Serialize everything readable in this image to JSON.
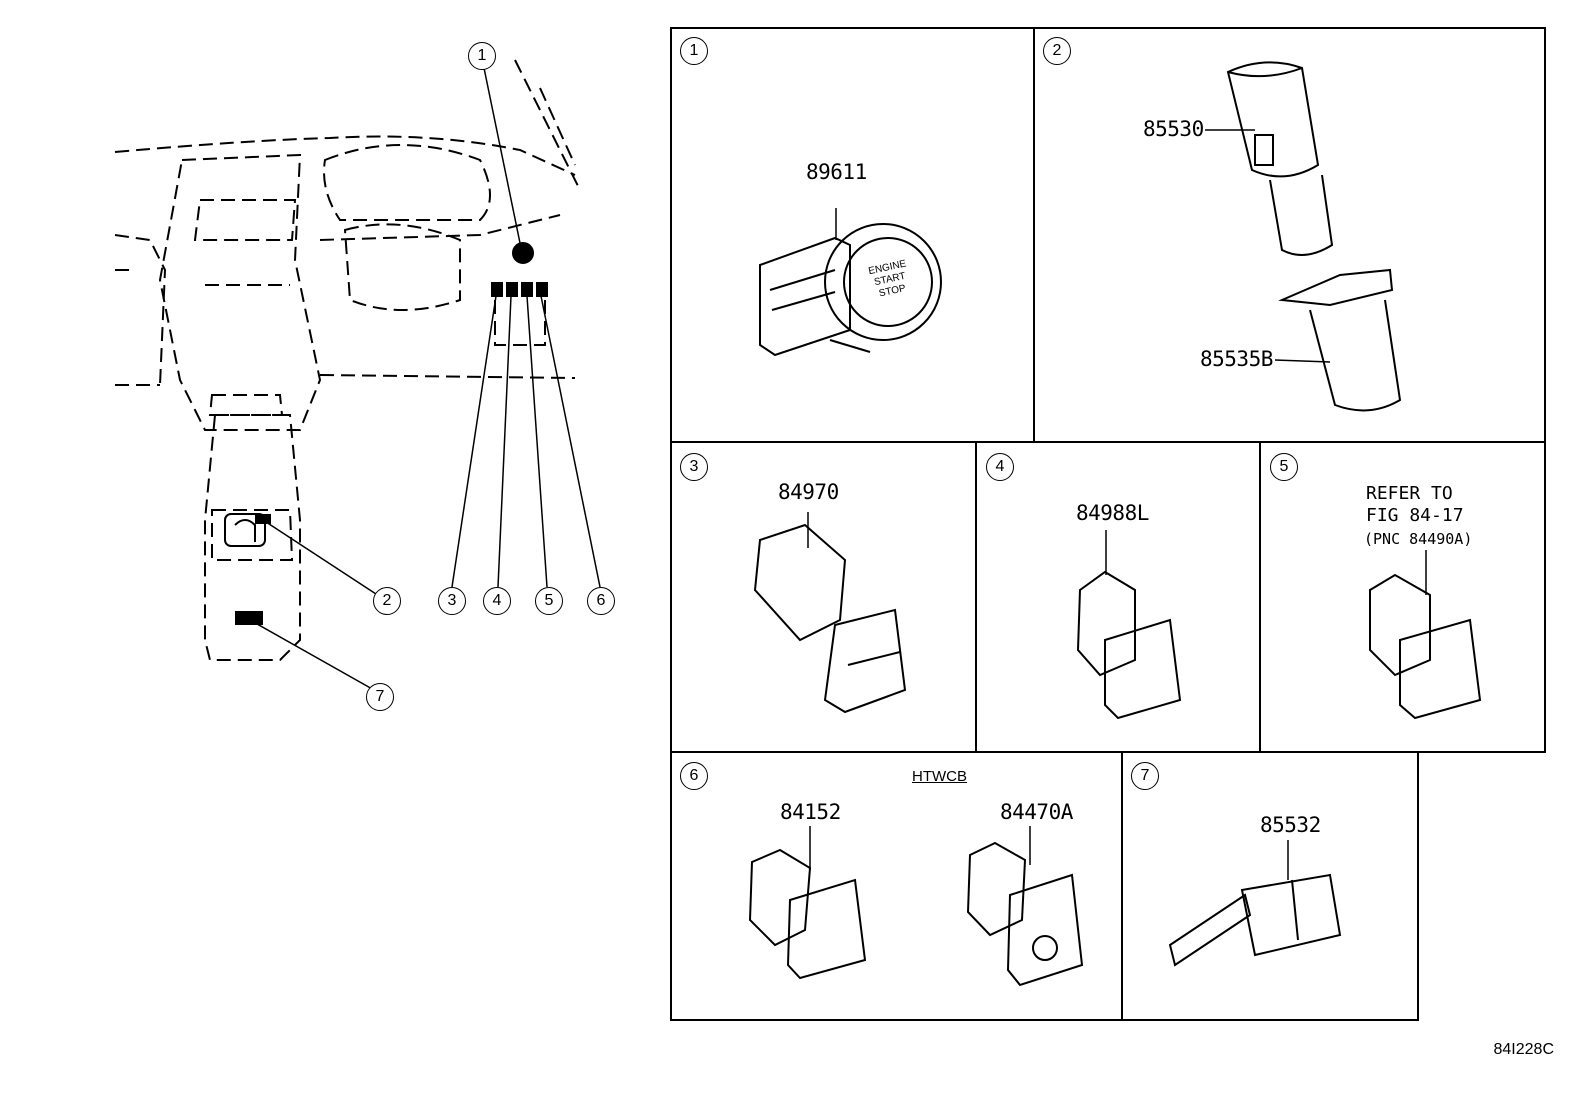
{
  "callouts": {
    "overview": [
      "1",
      "2",
      "3",
      "4",
      "5",
      "6",
      "7"
    ],
    "panels": [
      "1",
      "2",
      "3",
      "4",
      "5",
      "6",
      "7"
    ]
  },
  "parts": {
    "p1": "89611",
    "p2a": "85530",
    "p2b": "85535B",
    "p3": "84970",
    "p4": "84988L",
    "p5_refer": "REFER TO",
    "p5_fig": "FIG 84-17",
    "p5_pnc": "(PNC 84490A)",
    "p6_group": "HTWCB",
    "p6a": "84152",
    "p6b": "84470A",
    "p7": "85532"
  },
  "switch_text": {
    "engine": "ENGINE",
    "start": "START",
    "stop": "STOP"
  },
  "footer": "84I228C"
}
